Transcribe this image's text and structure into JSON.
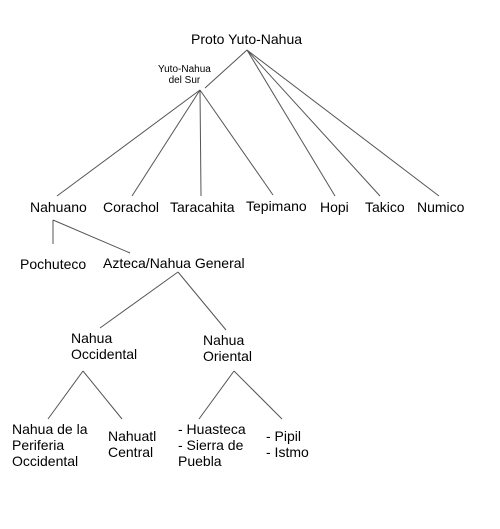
{
  "colors": {
    "background": "#ffffff",
    "text": "#000000",
    "edge": "#555555"
  },
  "nodes": {
    "root": "Proto Yuto-Nahua",
    "sur": "Yuto-Nahua\ndel Sur",
    "nahuano": "Nahuano",
    "corachol": "Corachol",
    "taracahita": "Taracahita",
    "tepimano": "Tepimano",
    "hopi": "Hopi",
    "takico": "Takico",
    "numico": "Numico",
    "pochuteco": "Pochuteco",
    "azteca": "Azteca/Nahua General",
    "occidental": "Nahua\nOccidental",
    "oriental": "Nahua\nOriental",
    "periferia": "Nahua de la\nPeriferia\nOccidental",
    "central": "Nahuatl\nCentral",
    "huasteca": "- Huasteca\n- Sierra de\n   Puebla",
    "pipil": "- Pipil\n - Istmo"
  }
}
